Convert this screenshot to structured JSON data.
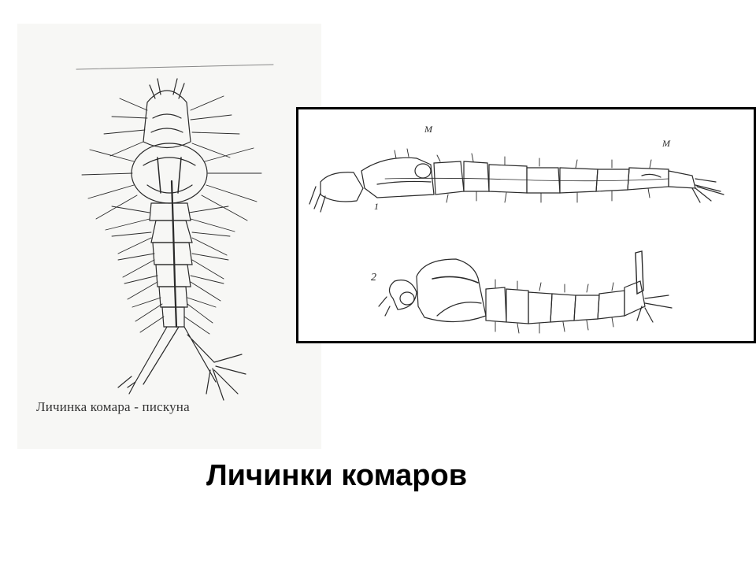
{
  "slide": {
    "title": "Личинки комаров"
  },
  "left_figure": {
    "caption": "Личинка комара - пискуна",
    "illustration": "mosquito-larva-dorsal-drawing"
  },
  "right_figure": {
    "illustration": "mosquito-larvae-lateral-drawings",
    "labels": {
      "larva_1_number": "1",
      "larva_2_number": "2",
      "marker_a": "М",
      "marker_b": "М"
    }
  }
}
